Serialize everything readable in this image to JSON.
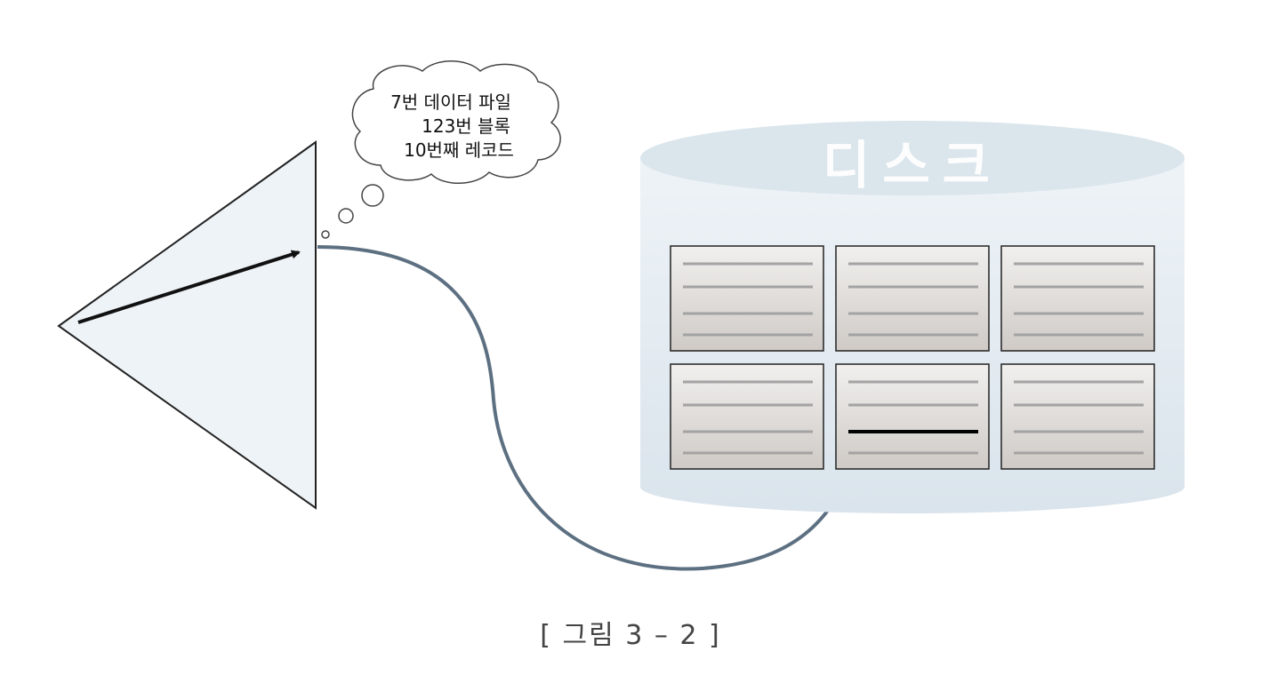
{
  "thought": {
    "line1": "7번 데이터 파일",
    "line2": "123번 블록",
    "line3": "10번째 레코드"
  },
  "disk": {
    "title": "디스크",
    "rows": 2,
    "cols": 3,
    "lines_per_block": 4,
    "target_block": {
      "row": 2,
      "col": 2
    },
    "target_line": 3
  },
  "caption": "[ 그림 3 – 2 ]",
  "colors": {
    "arrow": "#5d7082",
    "index": "#eef3f7",
    "disk": "#e3ecf2",
    "block": "#dcd8d4"
  }
}
